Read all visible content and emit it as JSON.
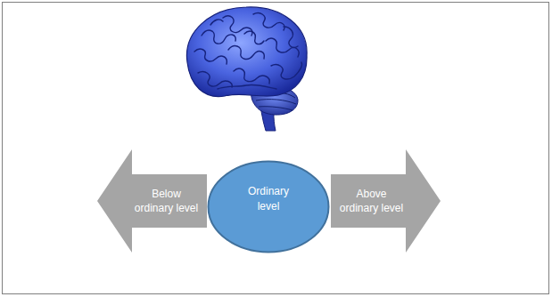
{
  "diagram": {
    "nodes": [
      {
        "text": [
          "Below ordinary level"
        ]
      },
      {
        "text": [
          "Ordinary level"
        ]
      },
      {
        "text": [
          "Above ordinary level"
        ]
      }
    ]
  }
}
